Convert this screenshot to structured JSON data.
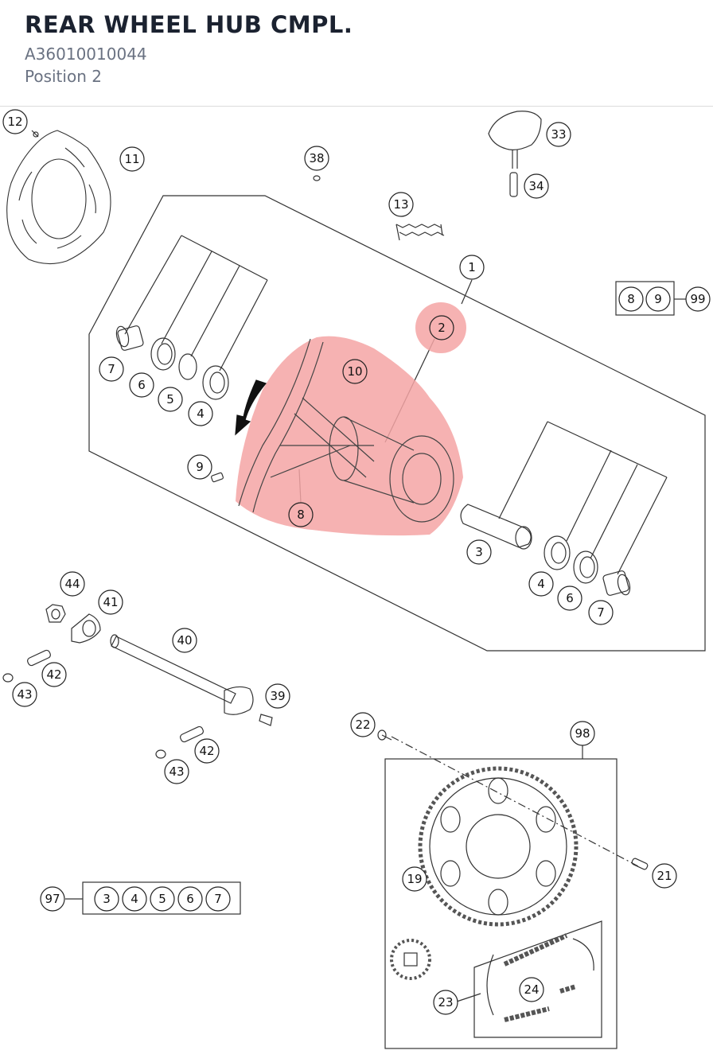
{
  "header": {
    "title": "REAR WHEEL HUB CMPL.",
    "part_number": "A36010010044",
    "position": "Position 2"
  },
  "highlight": {
    "color": "#f28b8b",
    "label": "2"
  },
  "callouts": {
    "c12": "12",
    "c11": "11",
    "c38": "38",
    "c33": "33",
    "c34": "34",
    "c13": "13",
    "c1": "1",
    "c2": "2",
    "c99": "99",
    "c8a": "8",
    "c9a": "9",
    "c7a": "7",
    "c6a": "6",
    "c5": "5",
    "c4a": "4",
    "c10": "10",
    "c9b": "9",
    "c8b": "8",
    "c3a": "3",
    "c4b": "4",
    "c6b": "6",
    "c7b": "7",
    "c44": "44",
    "c41": "41",
    "c40": "40",
    "c42a": "42",
    "c43a": "43",
    "c39": "39",
    "c42b": "42",
    "c43b": "43",
    "c22": "22",
    "c98": "98",
    "c19": "19",
    "c21": "21",
    "c97": "97",
    "c3b": "3",
    "c4c": "4",
    "c5b": "5",
    "c6c": "6",
    "c7c": "7",
    "c24": "24",
    "c23": "23"
  },
  "icons": {
    "direction-arrow": "arrow-down-left-icon"
  }
}
